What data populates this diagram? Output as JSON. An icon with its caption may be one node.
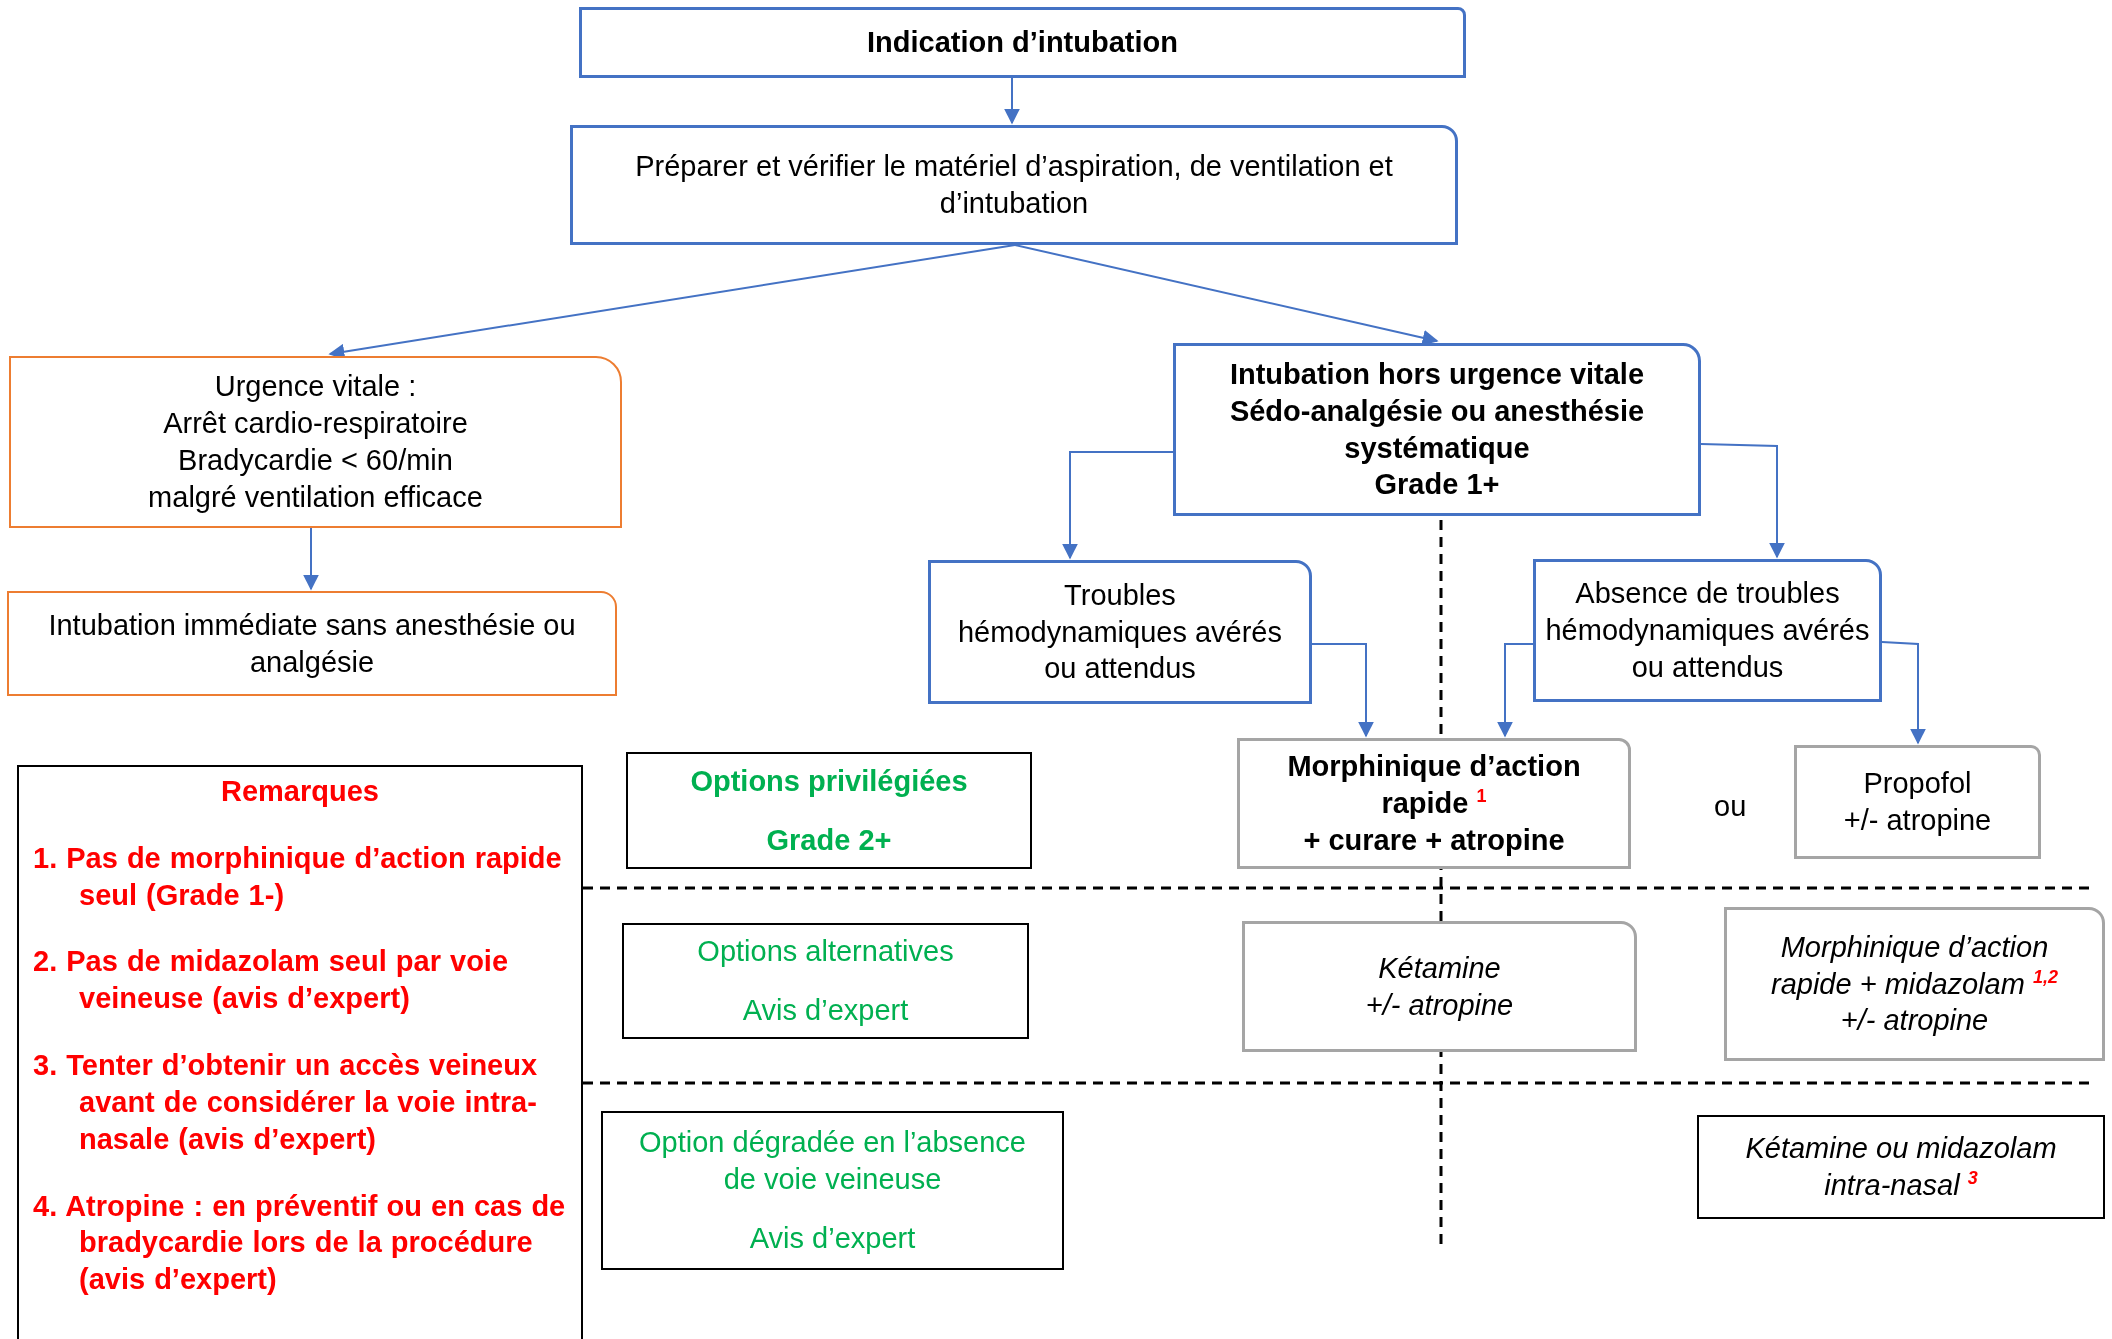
{
  "diagram": {
    "nodes": [
      {
        "text": [
          "Indication d’intubation"
        ]
      },
      {
        "text": [
          "Préparer et vérifier le matériel d’aspiration, de ventilation et d’intubation"
        ]
      },
      {
        "text": [
          "Urgence vitale :",
          "Arrêt cardio-respiratoire",
          "Bradycardie < 60/min",
          "malgré ventilation efficace"
        ]
      },
      {
        "text": [
          "Intubation immédiate sans anesthésie ou analgésie"
        ]
      },
      {
        "text": [
          "Intubation hors urgence vitale",
          "Sédo-analgésie ou anesthésie systématique",
          "Grade 1+"
        ]
      },
      {
        "text": [
          "Troubles hémodynamiques avérés ou attendus"
        ]
      },
      {
        "text": [
          "Absence de troubles hémodynamiques avérés ou attendus"
        ]
      },
      {
        "text": [
          "Options privilégiées",
          "Grade 2+"
        ]
      },
      {
        "text": [
          "Morphinique d’action rapide $^{1}$",
          "+ curare + atropine"
        ]
      },
      {
        "text": [
          "Propofol",
          "+/-  atropine"
        ]
      },
      {
        "text": [
          "Options alternatives",
          "Avis d’expert"
        ]
      },
      {
        "text": [
          "Kétamine",
          "+/-  atropine"
        ]
      },
      {
        "text": [
          "Morphinique d’action rapide + midazolam $^{1,2}$",
          "+/-  atropine"
        ]
      },
      {
        "text": [
          "Option dégradée en l’absence de voie veineuse",
          "Avis d’expert"
        ]
      },
      {
        "text": [
          "Kétamine ou midazolam intra-nasal $^{3}$"
        ]
      },
      {
        "text": [
          "Remarques",
          "1. Pas de morphinique d’action rapide seul (Grade 1-)",
          "2. Pas de midazolam seul par voie veineuse (avis d’expert)",
          "3. Tenter d’obtenir un accès veineux avant de considérer la voie intra-nasale (avis d’expert)",
          "4. Atropine : en préventif ou en cas de bradycardie lors de la procédure (avis d’expert)"
        ]
      }
    ],
    "edges": [
      {
        "from": 0,
        "to": 1,
        "arrow": "to"
      },
      {
        "from": 1,
        "to": 2,
        "arrow": "to"
      },
      {
        "from": 1,
        "to": 4,
        "arrow": "to"
      },
      {
        "from": 2,
        "to": 3,
        "arrow": "to"
      },
      {
        "from": 4,
        "to": 5,
        "arrow": "to"
      },
      {
        "from": 4,
        "to": 6,
        "arrow": "to"
      },
      {
        "from": 5,
        "to": 8,
        "arrow": "to"
      },
      {
        "from": 6,
        "to": 8,
        "arrow": "to"
      },
      {
        "from": 6,
        "to": 9,
        "arrow": "to"
      }
    ],
    "labels": [
      "ou"
    ]
  }
}
